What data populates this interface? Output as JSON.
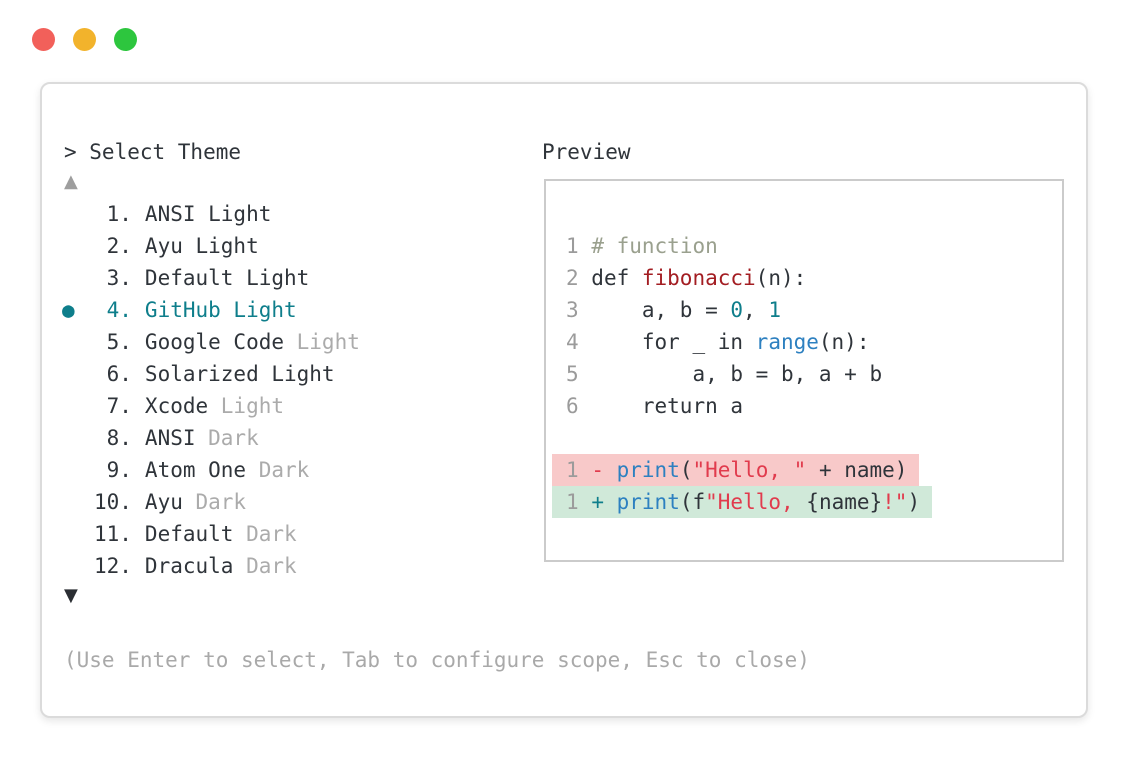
{
  "window": {
    "traffic_lights": [
      {
        "name": "close",
        "color": "#f2605a"
      },
      {
        "name": "minimize",
        "color": "#f2b32c"
      },
      {
        "name": "maximize",
        "color": "#2dc63e"
      }
    ]
  },
  "picker": {
    "title": "> Select Theme",
    "scroll_up": "▲",
    "scroll_down": "▼",
    "footer_hint": "(Use Enter to select, Tab to configure scope, Esc to close)",
    "themes": [
      {
        "number": "1.",
        "name": "ANSI Light",
        "muted": "",
        "selected": false
      },
      {
        "number": "2.",
        "name": "Ayu Light",
        "muted": "",
        "selected": false
      },
      {
        "number": "3.",
        "name": "Default Light",
        "muted": "",
        "selected": false
      },
      {
        "number": "4.",
        "name": "GitHub Light",
        "muted": "",
        "selected": true
      },
      {
        "number": "5.",
        "name": "Google Code",
        "muted": "Light",
        "selected": false
      },
      {
        "number": "6.",
        "name": "Solarized Light",
        "muted": "",
        "selected": false
      },
      {
        "number": "7.",
        "name": "Xcode",
        "muted": "Light",
        "selected": false
      },
      {
        "number": "8.",
        "name": "ANSI",
        "muted": "Dark",
        "selected": false
      },
      {
        "number": "9.",
        "name": "Atom One",
        "muted": "Dark",
        "selected": false
      },
      {
        "number": "10.",
        "name": "Ayu",
        "muted": "Dark",
        "selected": false
      },
      {
        "number": "11.",
        "name": "Default",
        "muted": "Dark",
        "selected": false
      },
      {
        "number": "12.",
        "name": "Dracula",
        "muted": "Dark",
        "selected": false
      }
    ]
  },
  "preview": {
    "title": "Preview",
    "code_lines": [
      {
        "tokens": [
          {
            "t": "1",
            "c": "ln"
          },
          {
            "t": " ",
            "c": "pl"
          },
          {
            "t": "# function",
            "c": "cm"
          }
        ]
      },
      {
        "tokens": [
          {
            "t": "2",
            "c": "ln"
          },
          {
            "t": " def ",
            "c": "pl"
          },
          {
            "t": "fibonacci",
            "c": "fn"
          },
          {
            "t": "(n):",
            "c": "pl"
          }
        ]
      },
      {
        "tokens": [
          {
            "t": "3",
            "c": "ln"
          },
          {
            "t": "     a, b = ",
            "c": "pl"
          },
          {
            "t": "0",
            "c": "nm"
          },
          {
            "t": ", ",
            "c": "pl"
          },
          {
            "t": "1",
            "c": "nm"
          }
        ]
      },
      {
        "tokens": [
          {
            "t": "4",
            "c": "ln"
          },
          {
            "t": "     for _ in ",
            "c": "pl"
          },
          {
            "t": "range",
            "c": "bi"
          },
          {
            "t": "(n):",
            "c": "pl"
          }
        ]
      },
      {
        "tokens": [
          {
            "t": "5",
            "c": "ln"
          },
          {
            "t": "         a, b = b, a + b",
            "c": "pl"
          }
        ]
      },
      {
        "tokens": [
          {
            "t": "6",
            "c": "ln"
          },
          {
            "t": "     return a",
            "c": "pl"
          }
        ]
      },
      {
        "tokens": []
      },
      {
        "bg": "del",
        "tokens": [
          {
            "t": "1",
            "c": "ln"
          },
          {
            "t": " ",
            "c": "pl"
          },
          {
            "t": "-",
            "c": "del"
          },
          {
            "t": " ",
            "c": "pl"
          },
          {
            "t": "print",
            "c": "bi"
          },
          {
            "t": "(",
            "c": "pl"
          },
          {
            "t": "\"Hello, \"",
            "c": "st"
          },
          {
            "t": " + name)",
            "c": "pl"
          }
        ]
      },
      {
        "bg": "ins",
        "tokens": [
          {
            "t": "1",
            "c": "ln"
          },
          {
            "t": " ",
            "c": "pl"
          },
          {
            "t": "+",
            "c": "ins"
          },
          {
            "t": " ",
            "c": "pl"
          },
          {
            "t": "print",
            "c": "bi"
          },
          {
            "t": "(f",
            "c": "pl"
          },
          {
            "t": "\"Hello, ",
            "c": "st"
          },
          {
            "t": "{name}",
            "c": "pl"
          },
          {
            "t": "!\"",
            "c": "st"
          },
          {
            "t": ")",
            "c": "pl"
          }
        ]
      }
    ]
  },
  "colors": {
    "accent_teal": "#0e7e8b",
    "text_dark": "#2f343a",
    "text_muted": "#ababab",
    "line_number_gray": "#9b9b9b",
    "comment_olive": "#9aa08e",
    "function_dark_red": "#a31d22",
    "builtin_blue": "#2d80c0",
    "string_red": "#e13b4d",
    "diff_del_bg": "#f8c9c9",
    "diff_ins_bg": "#d0e9d9",
    "panel_border": "#dbdbdb",
    "preview_border": "#cbcbcb"
  }
}
